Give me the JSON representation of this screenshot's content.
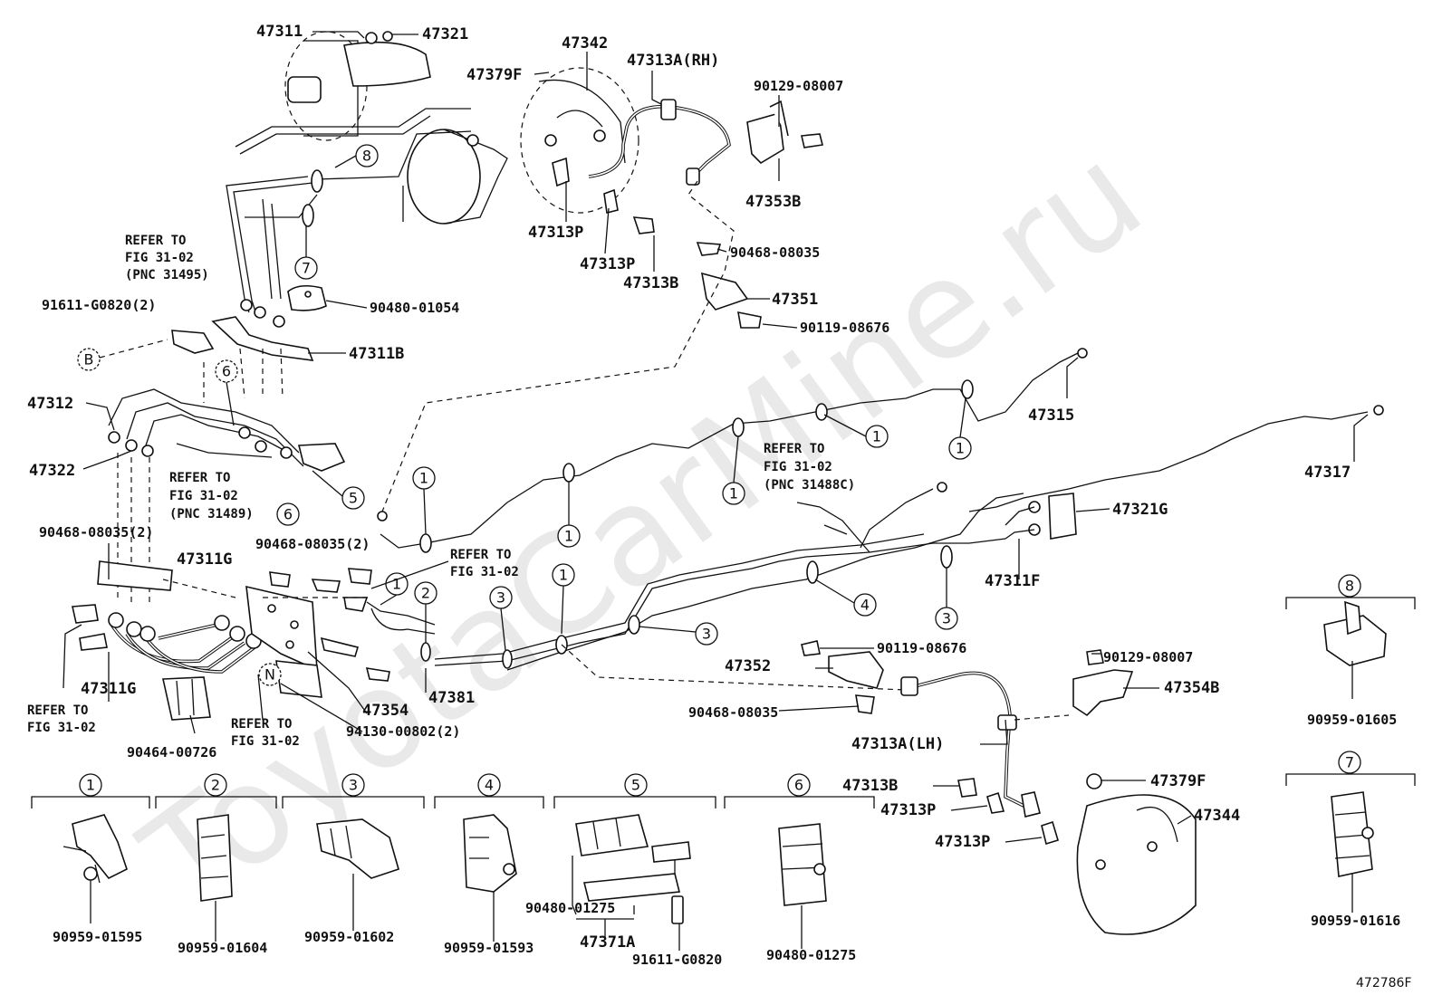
{
  "watermark": "ToyotaCarMine.ru",
  "figure_code": "472786F",
  "labels": {
    "p47311": "47311",
    "p47321": "47321",
    "p47342": "47342",
    "p47379F_top": "47379F",
    "p47313A_RH": "47313A(RH)",
    "p90129_08007_top": "90129-08007",
    "p47353B": "47353B",
    "p47313P_a": "47313P",
    "p47313P_b": "47313P",
    "p47313B_top": "47313B",
    "p90468_08035_top": "90468-08035",
    "p47351": "47351",
    "p90119_08676_top": "90119-08676",
    "p90480_01054": "90480-01054",
    "p91611_G0820_2": "91611-G0820(2)",
    "p47311B": "47311B",
    "p47312": "47312",
    "p47322": "47322",
    "p47315": "47315",
    "p47317": "47317",
    "p47321G": "47321G",
    "p47311F": "47311F",
    "p90468_08035_2a": "90468-08035(2)",
    "p47311G_top": "47311G",
    "p90468_08035_2b": "90468-08035(2)",
    "p47311G_bot": "47311G",
    "p90464_00726": "90464-00726",
    "p47354": "47354",
    "p47381": "47381",
    "p94130_00802_2": "94130-00802(2)",
    "p47352": "47352",
    "p90119_08676_mid": "90119-08676",
    "p90468_08035_mid": "90468-08035",
    "p90129_08007_mid": "90129-08007",
    "p47354B": "47354B",
    "p47313A_LH": "47313A(LH)",
    "p47313B_bot": "47313B",
    "p47313P_c": "47313P",
    "p47313P_d": "47313P",
    "p47379F_bot": "47379F",
    "p47344": "47344",
    "p90959_01605": "90959-01605",
    "p90959_01616": "90959-01616",
    "p90959_01595": "90959-01595",
    "p90959_01604": "90959-01604",
    "p90959_01602": "90959-01602",
    "p90959_01593": "90959-01593",
    "p90480_01275_a": "90480-01275",
    "p47371A": "47371A",
    "p91611_G0820": "91611-G0820",
    "p90480_01275_b": "90480-01275"
  },
  "refs": {
    "r1": [
      "REFER TO",
      "FIG 31-02",
      "(PNC 31495)"
    ],
    "r2": [
      "REFER TO",
      "FIG 31-02",
      "(PNC 31489)"
    ],
    "r3": [
      "REFER TO",
      "FIG 31-02",
      "(PNC 31488C)"
    ],
    "r4": [
      "REFER TO",
      "FIG 31-02"
    ],
    "r5": [
      "REFER TO",
      "FIG 31-02"
    ],
    "r6": [
      "REFER TO",
      "FIG 31-02"
    ]
  },
  "callouts": {
    "c8": "8",
    "c7": "7",
    "cB": "B",
    "c6a": "6",
    "c6b": "6",
    "c5": "5",
    "c1a": "1",
    "c1b": "1",
    "c1c": "1",
    "c1d": "1",
    "c1e": "1",
    "c1f": "1",
    "c1g": "1",
    "c2": "2",
    "c3a": "3",
    "c3b": "3",
    "c3c": "3",
    "c4": "4",
    "cN": "N"
  },
  "legend": {
    "g1": "1",
    "g2": "2",
    "g3": "3",
    "g4": "4",
    "g5": "5",
    "g6": "6",
    "g7": "7",
    "g8": "8"
  }
}
